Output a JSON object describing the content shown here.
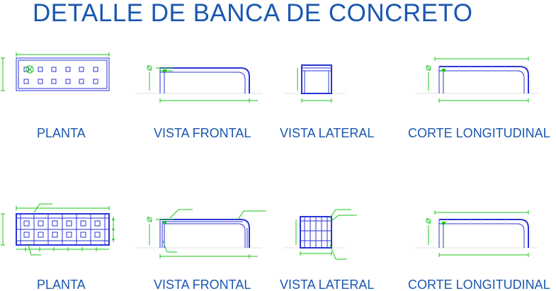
{
  "title": "DETALLE DE BANCA DE CONCRETO",
  "rows": [
    {
      "views": [
        {
          "id": "planta",
          "caption": "PLANTA"
        },
        {
          "id": "vista-frontal",
          "caption": "VISTA FRONTAL"
        },
        {
          "id": "vista-lateral",
          "caption": "VISTA LATERAL"
        },
        {
          "id": "corte-longitudinal",
          "caption": "CORTE LONGITUDINAL"
        }
      ]
    },
    {
      "views": [
        {
          "id": "planta",
          "caption": "PLANTA"
        },
        {
          "id": "vista-frontal",
          "caption": "VISTA FRONTAL"
        },
        {
          "id": "vista-lateral",
          "caption": "VISTA LATERAL"
        },
        {
          "id": "corte-longitudinal",
          "caption": "CORTE LONGITUDINAL"
        }
      ]
    }
  ],
  "colors": {
    "title": "#1a57b0",
    "outline": "#2b34d8",
    "dimension": "#19c419",
    "hatch": "#d8d8d8"
  }
}
